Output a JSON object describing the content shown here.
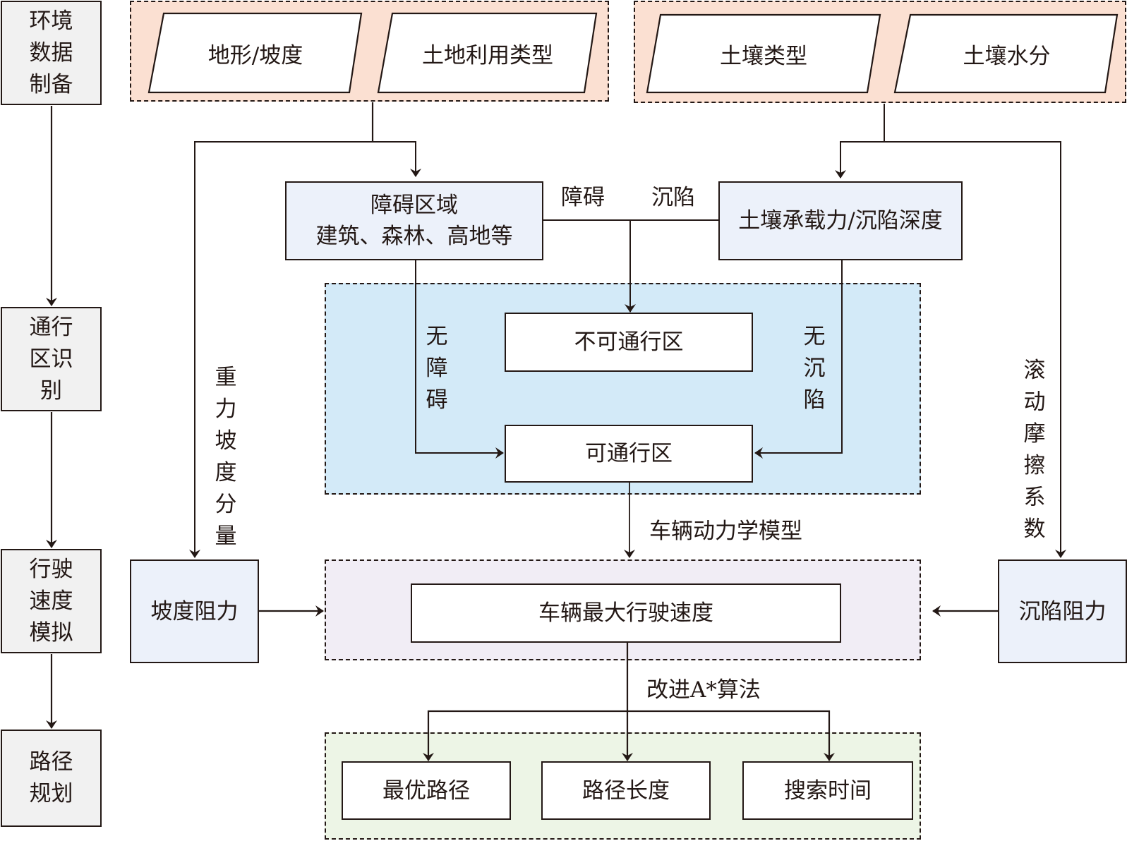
{
  "diagram": {
    "stages": [
      {
        "id": "env-data",
        "label": "环境数据制备"
      },
      {
        "id": "pass-zone",
        "label": "通行区识别"
      },
      {
        "id": "speed-sim",
        "label": "行驶速度模拟"
      },
      {
        "id": "path-plan",
        "label": "路径规划"
      }
    ],
    "inputs": [
      {
        "id": "terrain",
        "label": "地形/坡度"
      },
      {
        "id": "landuse",
        "label": "土地利用类型"
      },
      {
        "id": "soiltype",
        "label": "土壤类型"
      },
      {
        "id": "soilmoist",
        "label": "土壤水分"
      }
    ],
    "obstacle_box": {
      "line1": "障碍区域",
      "line2": "建筑、森林、高地等"
    },
    "soil_box": {
      "label": "土壤承载力/沉陷深度"
    },
    "impassable": {
      "label": "不可通行区"
    },
    "passable": {
      "label": "可通行区"
    },
    "slope_resist": {
      "label": "坡度阻力"
    },
    "sink_resist": {
      "label": "沉陷阻力"
    },
    "max_speed": {
      "label": "车辆最大行驶速度"
    },
    "outputs": [
      {
        "id": "optimal-path",
        "label": "最优路径"
      },
      {
        "id": "path-length",
        "label": "路径长度"
      },
      {
        "id": "search-time",
        "label": "搜索时间"
      }
    ],
    "edge_labels": {
      "obstacle": "障碍",
      "sink": "沉陷",
      "no_obstacle": "无障碍",
      "no_sink": "无沉陷",
      "gravity_slope": "重力坡度分量",
      "rolling_friction": "滚动摩擦系数",
      "vehicle_dynamics": "车辆动力学模型",
      "improved_astar": "改进A*算法"
    },
    "colors": {
      "line": "#231815",
      "stage_fill": "#f1f1f1",
      "input_group_fill": "#fbe0d2",
      "passability_group_fill": "#d3eaf8",
      "speed_group_fill": "#f1edf5",
      "output_group_fill": "#edf5e6",
      "process_box_fill": "#ecf1fa"
    }
  }
}
